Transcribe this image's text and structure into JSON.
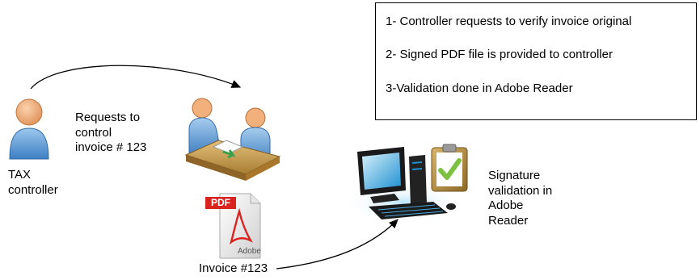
{
  "steps": [
    "1- Controller requests to verify invoice original",
    "2- Signed PDF file is provided to controller",
    "3-Validation done in Adobe Reader"
  ],
  "actor": {
    "line1": "TAX",
    "line2": "controller"
  },
  "request": {
    "line1": "Requests to",
    "line2": "control",
    "line3": "invoice # 123"
  },
  "pdf_icon": {
    "badge": "PDF",
    "brand": "Adobe"
  },
  "invoice_label": "Invoice #123",
  "validation": {
    "line1": "Signature",
    "line2": "validation in",
    "line3": "Adobe",
    "line4": "Reader"
  },
  "icons": [
    "person-icon",
    "meeting-icon",
    "pdf-file-icon",
    "computer-icon",
    "clipboard-check-icon"
  ],
  "colors": {
    "person_blue": "#5b9bd5",
    "skin": "#f4b183",
    "desk": "#c8a15a",
    "pdf_red": "#d9231f",
    "screen": "#1f8ecf",
    "check_green": "#7cc142"
  }
}
